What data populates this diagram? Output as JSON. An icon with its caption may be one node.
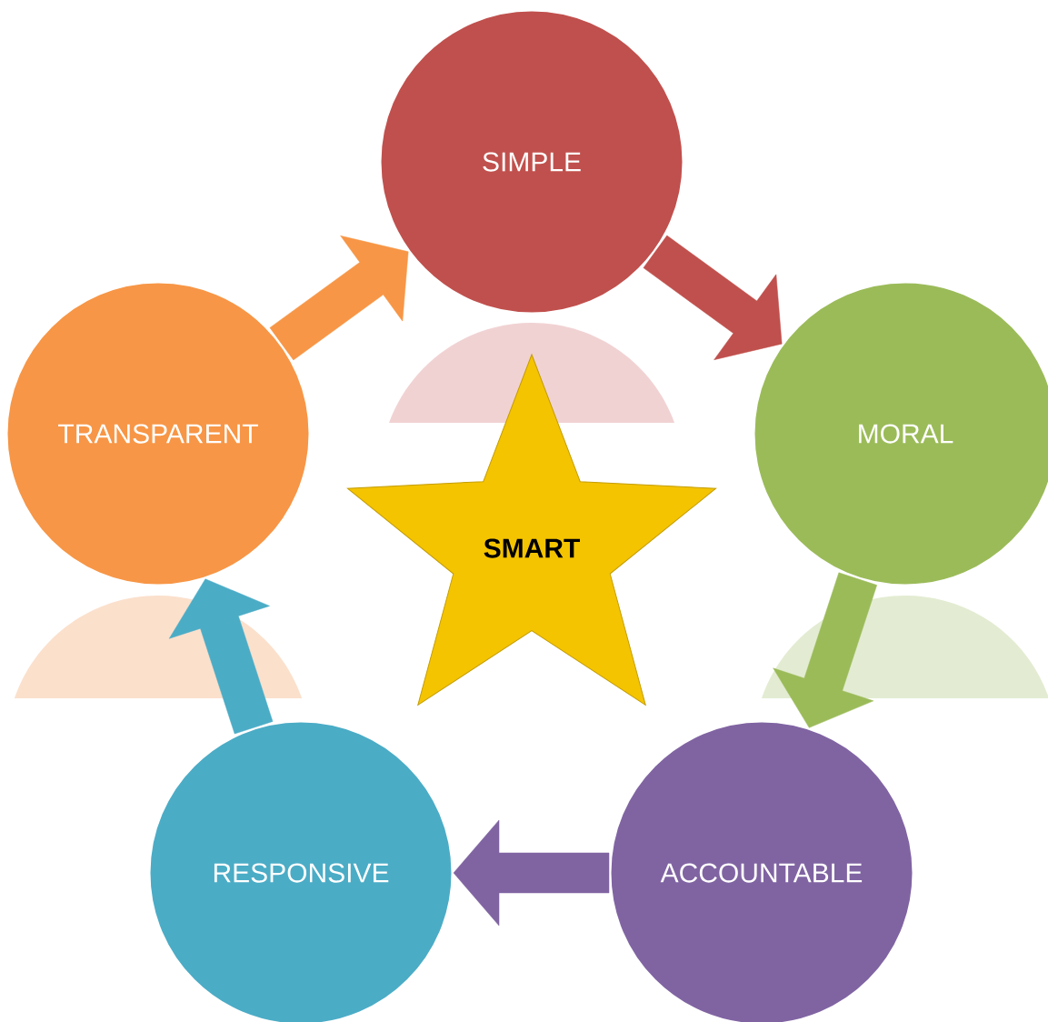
{
  "diagram": {
    "nodes": [
      {
        "text": [
          "SIMPLE"
        ]
      },
      {
        "text": [
          "MORAL"
        ]
      },
      {
        "text": [
          "ACCOUNTABLE"
        ]
      },
      {
        "text": [
          "RESPONSIVE"
        ]
      },
      {
        "text": [
          "TRANSPARENT"
        ]
      },
      {
        "text": [
          "SMART"
        ]
      }
    ],
    "edges": [
      {
        "from": 0,
        "to": 1,
        "arrow": "to",
        "color": "#c0504d"
      },
      {
        "from": 1,
        "to": 2,
        "arrow": "to",
        "color": "#9bbb59"
      },
      {
        "from": 2,
        "to": 3,
        "arrow": "to",
        "color": "#8064a2"
      },
      {
        "from": 3,
        "to": 4,
        "arrow": "to",
        "color": "#4bacc6"
      },
      {
        "from": 4,
        "to": 0,
        "arrow": "to",
        "color": "#f79646"
      }
    ]
  }
}
